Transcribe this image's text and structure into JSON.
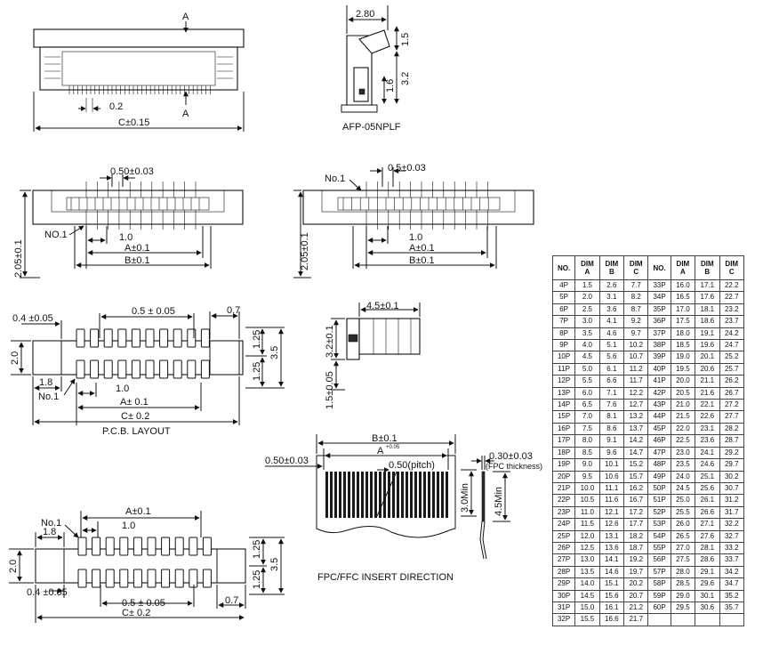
{
  "labels": {
    "dim_a": "A",
    "pitch_02": "0.2",
    "c_015": "C±0.15",
    "w_280": "2.80",
    "h_15": "1.5",
    "h_32": "3.2",
    "h_16": "1.6",
    "part_number": "AFP-05NPLF",
    "pitch_050_003": "0.50±0.03",
    "no1": "NO.1",
    "d_10": "1.0",
    "a_01": "A±0.1",
    "b_01": "B±0.1",
    "h_205": "2.05±0.1",
    "no1b": "No.1",
    "pitch_05_003": "0.5±0.03",
    "d_04_005": "0.4 ±0.05",
    "d_05_005": "0.5 ± 0.05",
    "d_07": "0.7",
    "d_125": "1.25",
    "d_35": "3.5",
    "d_20": "2.0",
    "d_18": "1.8",
    "no1c": "No.1",
    "a_01b": "A± 0.1",
    "c_02": "C± 0.2",
    "pcb_layout": "P.C.B. LAYOUT",
    "d_45": "4.5±0.1",
    "d_32": "3.2±0.1",
    "d_15_005": "1.5±0.05",
    "b_01_fpc": "B±0.1",
    "a_tol": "A",
    "a_tol_sup": "+0.05",
    "fpc_pitch_l": "0.50±0.03",
    "pitch_text": "0.50(pitch)",
    "d_030": "0.30±0.03",
    "fpc_thick": "(FPC thickness)",
    "min_30": "3.0Min",
    "min_45": "4.5Min",
    "insert_dir": "FPC/FFC INSERT DIRECTION"
  },
  "table": {
    "headers": [
      {
        "top": "NO.",
        "sub": ""
      },
      {
        "top": "DIM",
        "sub": "A"
      },
      {
        "top": "DIM",
        "sub": "B"
      },
      {
        "top": "DIM",
        "sub": "C"
      },
      {
        "top": "NO.",
        "sub": ""
      },
      {
        "top": "DIM",
        "sub": "A"
      },
      {
        "top": "DIM",
        "sub": "B"
      },
      {
        "top": "DIM",
        "sub": "C"
      }
    ],
    "rows": [
      [
        "4P",
        "1.5",
        "2.6",
        "7.7",
        "33P",
        "16.0",
        "17.1",
        "22.2"
      ],
      [
        "5P",
        "2.0",
        "3.1",
        "8.2",
        "34P",
        "16.5",
        "17.6",
        "22.7"
      ],
      [
        "6P",
        "2.5",
        "3.6",
        "8.7",
        "35P",
        "17.0",
        "18.1",
        "23.2"
      ],
      [
        "7P",
        "3.0",
        "4.1",
        "9.2",
        "36P",
        "17.5",
        "18.6",
        "23.7"
      ],
      [
        "8P",
        "3.5",
        "4.6",
        "9.7",
        "37P",
        "18.0",
        "19.1",
        "24.2"
      ],
      [
        "9P",
        "4.0",
        "5.1",
        "10.2",
        "38P",
        "18.5",
        "19.6",
        "24.7"
      ],
      [
        "10P",
        "4.5",
        "5.6",
        "10.7",
        "39P",
        "19.0",
        "20.1",
        "25.2"
      ],
      [
        "11P",
        "5.0",
        "6.1",
        "11.2",
        "40P",
        "19.5",
        "20.6",
        "25.7"
      ],
      [
        "12P",
        "5.5",
        "6.6",
        "11.7",
        "41P",
        "20.0",
        "21.1",
        "26.2"
      ],
      [
        "13P",
        "6.0",
        "7.1",
        "12.2",
        "42P",
        "20.5",
        "21.6",
        "26.7"
      ],
      [
        "14P",
        "6.5",
        "7.6",
        "12.7",
        "43P",
        "21.0",
        "22.1",
        "27.2"
      ],
      [
        "15P",
        "7.0",
        "8.1",
        "13.2",
        "44P",
        "21.5",
        "22.6",
        "27.7"
      ],
      [
        "16P",
        "7.5",
        "8.6",
        "13.7",
        "45P",
        "22.0",
        "23.1",
        "28.2"
      ],
      [
        "17P",
        "8.0",
        "9.1",
        "14.2",
        "46P",
        "22.5",
        "23.6",
        "28.7"
      ],
      [
        "18P",
        "8.5",
        "9.6",
        "14.7",
        "47P",
        "23.0",
        "24.1",
        "29.2"
      ],
      [
        "19P",
        "9.0",
        "10.1",
        "15.2",
        "48P",
        "23.5",
        "24.6",
        "29.7"
      ],
      [
        "20P",
        "9.5",
        "10.6",
        "15.7",
        "49P",
        "24.0",
        "25.1",
        "30.2"
      ],
      [
        "21P",
        "10.0",
        "11.1",
        "16.2",
        "50P",
        "24.5",
        "25.6",
        "30.7"
      ],
      [
        "22P",
        "10.5",
        "11.6",
        "16.7",
        "51P",
        "25.0",
        "26.1",
        "31.2"
      ],
      [
        "23P",
        "11.0",
        "12.1",
        "17.2",
        "52P",
        "25.5",
        "26.6",
        "31.7"
      ],
      [
        "24P",
        "11.5",
        "12.6",
        "17.7",
        "53P",
        "26.0",
        "27.1",
        "32.2"
      ],
      [
        "25P",
        "12.0",
        "13.1",
        "18.2",
        "54P",
        "26.5",
        "27.6",
        "32.7"
      ],
      [
        "26P",
        "12.5",
        "13.6",
        "18.7",
        "55P",
        "27.0",
        "28.1",
        "33.2"
      ],
      [
        "27P",
        "13.0",
        "14.1",
        "19.2",
        "56P",
        "27.5",
        "28.6",
        "33.7"
      ],
      [
        "28P",
        "13.5",
        "14.6",
        "19.7",
        "57P",
        "28.0",
        "29.1",
        "34.2"
      ],
      [
        "29P",
        "14.0",
        "15.1",
        "20.2",
        "58P",
        "28.5",
        "29.6",
        "34.7"
      ],
      [
        "30P",
        "14.5",
        "15.6",
        "20.7",
        "59P",
        "29.0",
        "30.1",
        "35.2"
      ],
      [
        "31P",
        "15.0",
        "16.1",
        "21.2",
        "60P",
        "29.5",
        "30.6",
        "35.7"
      ],
      [
        "32P",
        "15.5",
        "16.6",
        "21.7",
        "",
        "",
        "",
        ""
      ]
    ]
  }
}
